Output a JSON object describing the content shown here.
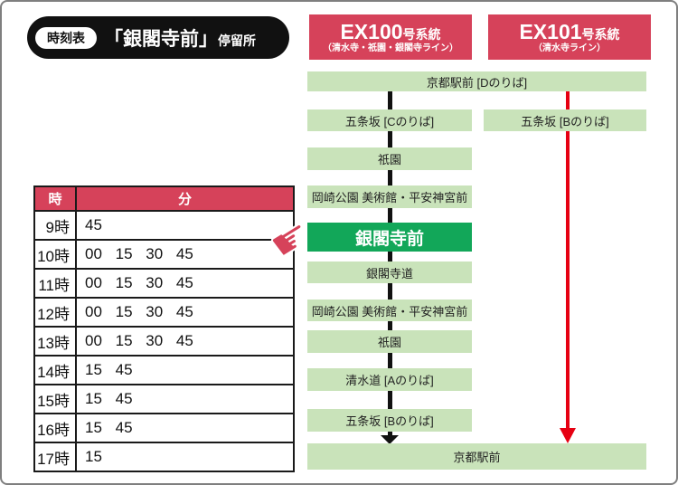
{
  "header": {
    "badge": "時刻表",
    "title": "「銀閣寺前」",
    "suffix": "停留所"
  },
  "ex100": {
    "code": "EX100",
    "unit": "号系統",
    "subtitle": "（清水寺・祇園・銀閣寺ライン）"
  },
  "ex101": {
    "code": "EX101",
    "unit": "号系統",
    "subtitle": "（清水寺ライン）"
  },
  "diagram": {
    "top_stop": "京都駅前 [Dのりば]",
    "ex100_stops": {
      "s1": "五条坂 [Cのりば]",
      "s2": "祇園",
      "s3": "岡崎公園 美術館・平安神宮前",
      "s4": "銀閣寺前",
      "s5": "銀閣寺道",
      "s6": "岡崎公園 美術館・平安神宮前",
      "s7": "祇園",
      "s8": "清水道 [Aのりば]",
      "s9": "五条坂 [Bのりば]"
    },
    "ex101_stops": {
      "s1": "五条坂 [Bのりば]"
    },
    "highlighted_stop": "銀閣寺前",
    "bottom_stop": "京都駅前"
  },
  "timetable": {
    "hour_header": "時",
    "minute_header": "分",
    "rows": [
      {
        "hour": "9時",
        "minutes": "45"
      },
      {
        "hour": "10時",
        "minutes": "00 15 30 45"
      },
      {
        "hour": "11時",
        "minutes": "00 15 30 45"
      },
      {
        "hour": "12時",
        "minutes": "00 15 30 45"
      },
      {
        "hour": "13時",
        "minutes": "00 15 30 45"
      },
      {
        "hour": "14時",
        "minutes": "15 45"
      },
      {
        "hour": "15時",
        "minutes": "15 45"
      },
      {
        "hour": "16時",
        "minutes": "15 45"
      },
      {
        "hour": "17時",
        "minutes": "15"
      }
    ]
  },
  "icons": {
    "pointer_glyph": "☛"
  },
  "colors": {
    "accent_red": "#d6425a",
    "line_red": "#e60012",
    "light_green": "#c9e3ba",
    "highlight_green": "#12a759",
    "black": "#111111"
  }
}
